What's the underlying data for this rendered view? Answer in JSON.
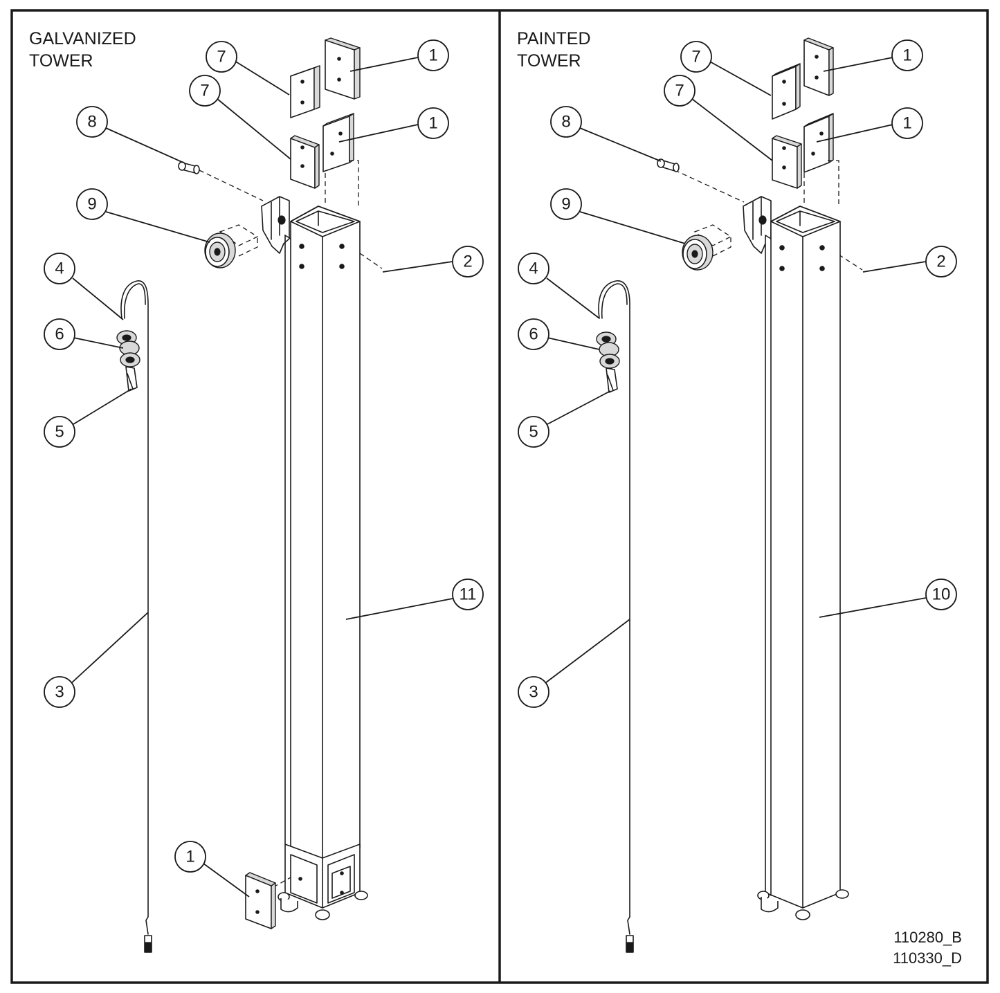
{
  "panels": [
    {
      "id": "galvanized",
      "title_line1": "GALVANIZED",
      "title_line2": "TOWER",
      "callouts": [
        {
          "label": "1"
        },
        {
          "label": "1"
        },
        {
          "label": "7"
        },
        {
          "label": "7"
        },
        {
          "label": "8"
        },
        {
          "label": "9"
        },
        {
          "label": "2"
        },
        {
          "label": "4"
        },
        {
          "label": "6"
        },
        {
          "label": "5"
        },
        {
          "label": "11"
        },
        {
          "label": "3"
        },
        {
          "label": "1"
        }
      ]
    },
    {
      "id": "painted",
      "title_line1": "PAINTED",
      "title_line2": "TOWER",
      "callouts": [
        {
          "label": "1"
        },
        {
          "label": "1"
        },
        {
          "label": "7"
        },
        {
          "label": "7"
        },
        {
          "label": "8"
        },
        {
          "label": "9"
        },
        {
          "label": "2"
        },
        {
          "label": "4"
        },
        {
          "label": "6"
        },
        {
          "label": "5"
        },
        {
          "label": "10"
        },
        {
          "label": "3"
        }
      ]
    }
  ],
  "drawing_numbers": [
    "110280_B",
    "110330_D"
  ],
  "colors": {
    "line": "#1a1a1a",
    "background": "#ffffff",
    "part_fill": "#d9d9d9"
  }
}
